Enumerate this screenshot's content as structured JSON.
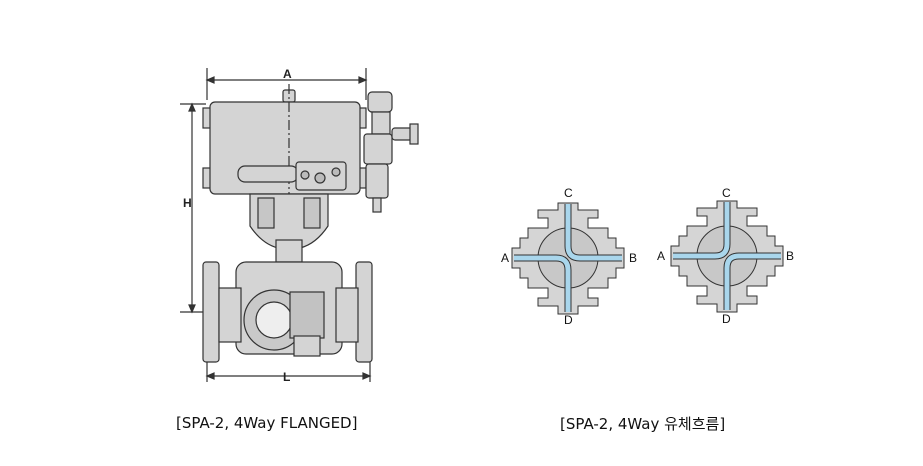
{
  "left_figure": {
    "caption": "[SPA-2, 4Way FLANGED]",
    "dimensions": {
      "width": "A",
      "height": "H",
      "length": "L"
    }
  },
  "right_figure": {
    "caption": "[SPA-2, 4Way 유체흐름]",
    "flow_diagrams": [
      {
        "top": "C",
        "left": "A",
        "right": "B",
        "bottom": "D"
      },
      {
        "top": "C",
        "left": "A",
        "right": "B",
        "bottom": "D"
      }
    ]
  },
  "colors": {
    "body": "#d5d5d5",
    "outline": "#333333",
    "flow": "#a9d6ec"
  }
}
